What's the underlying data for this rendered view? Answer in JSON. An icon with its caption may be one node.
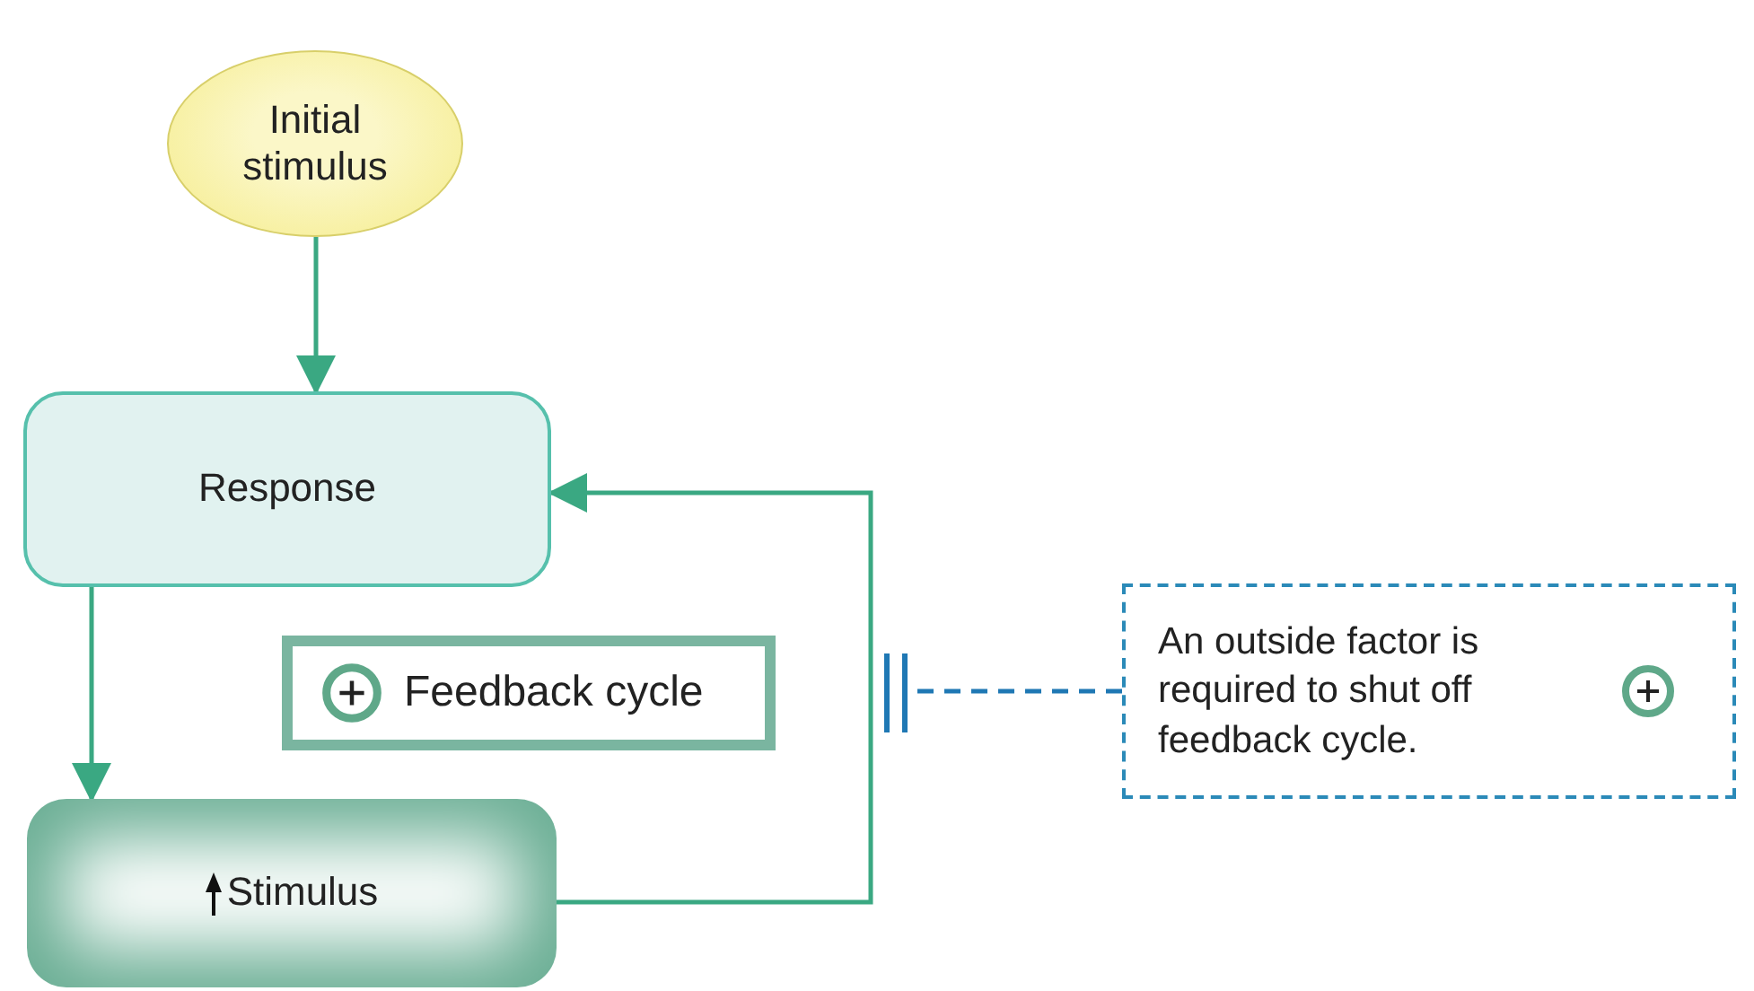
{
  "diagram": {
    "nodes": [
      {
        "text": [
          "Initial stimulus"
        ]
      },
      {
        "text": [
          "Response"
        ]
      },
      {
        "text": [
          "Stimulus"
        ]
      },
      {
        "text": [
          "Feedback cycle"
        ]
      },
      {
        "text": [
          "An outside factor is required to shut off feedback cycle."
        ]
      },
      {
        "text": [],
        "shape": "bar"
      }
    ],
    "edges": [
      {
        "from": 0,
        "to": 1,
        "arrow": "to"
      },
      {
        "from": 1,
        "to": 2,
        "arrow": "to"
      },
      {
        "from": 2,
        "to": 1,
        "arrow": "to"
      },
      {
        "from": 4,
        "to": 5,
        "arrow": "none",
        "style": "dashed",
        "color": "#1f78b4"
      }
    ]
  }
}
